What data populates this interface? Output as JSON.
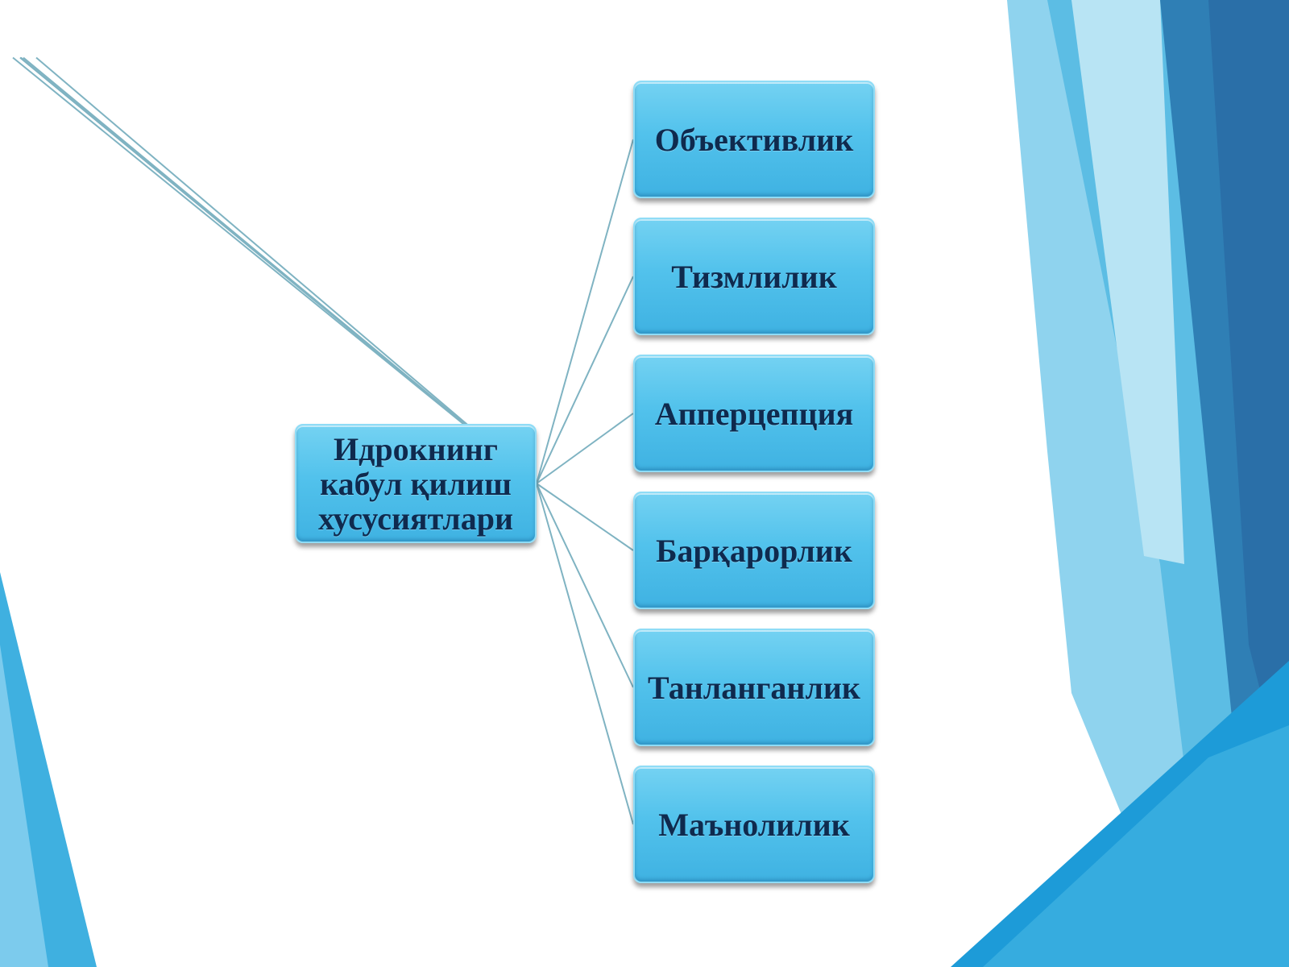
{
  "diagram": {
    "root": {
      "label": "Идрокнинг\nкабул қилиш\nхусусиятлари"
    },
    "children": [
      {
        "label": "Объективлик"
      },
      {
        "label": "Тизмлилик"
      },
      {
        "label": "Апперцепция"
      },
      {
        "label": "Барқарорлик"
      },
      {
        "label": "Танланганлик"
      },
      {
        "label": "Маънолилик"
      }
    ],
    "colors": {
      "node_fill": "#52c2ec",
      "node_text": "#0f2a4e",
      "connector": "#7fb3c2",
      "accent_light": "#8fdcf6",
      "accent_dark": "#2a6fa8"
    }
  }
}
